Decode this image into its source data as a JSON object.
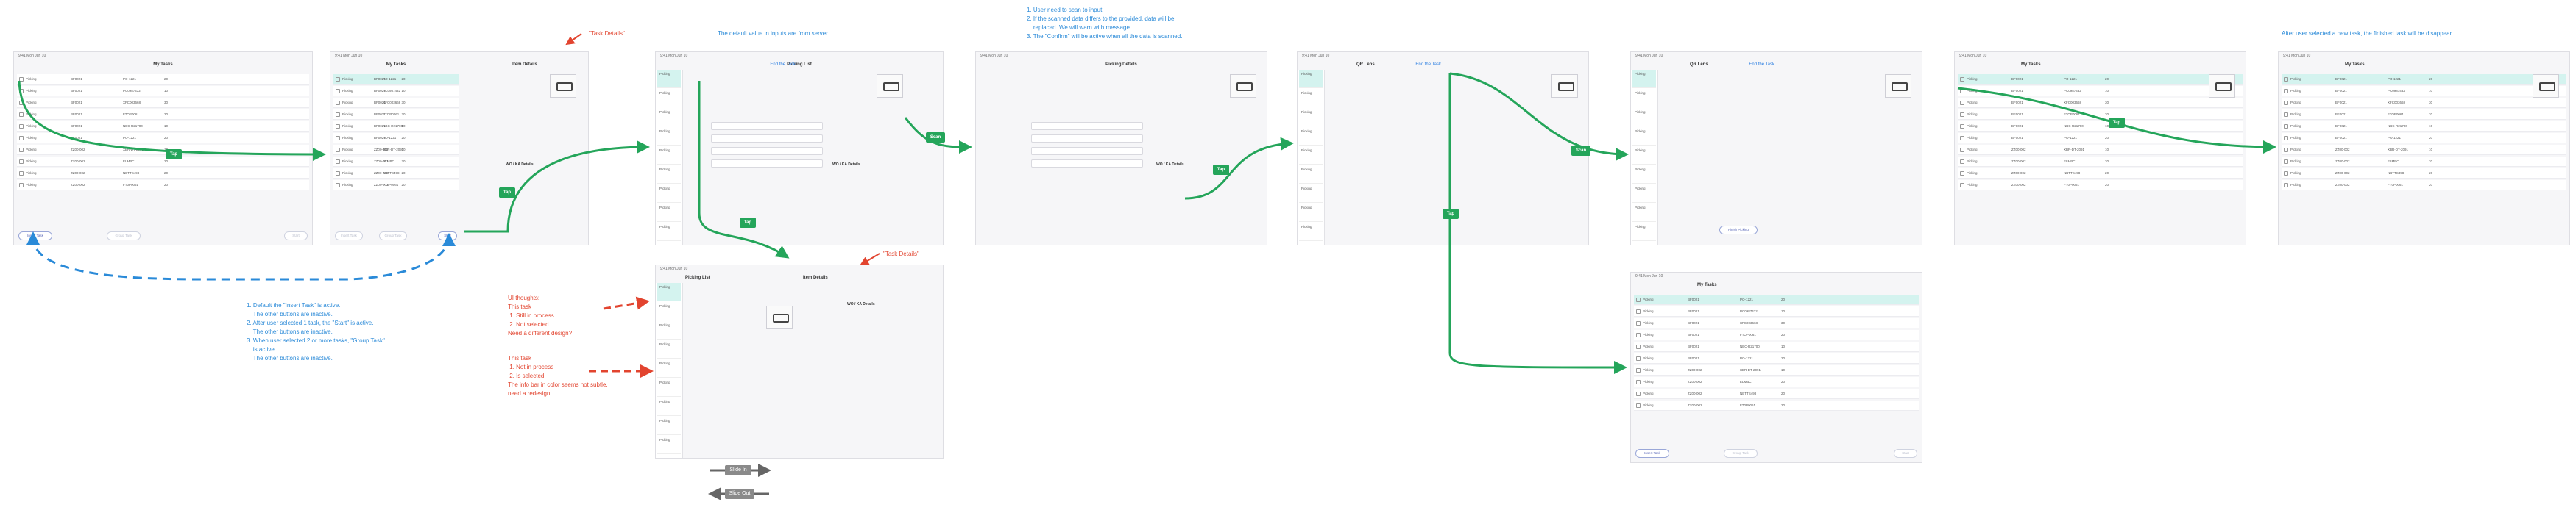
{
  "status_time": "9:41 Mon Jun 10",
  "my_tasks_title": "My Tasks",
  "picking_list_title": "Picking List",
  "picking_details_title": "Picking Details",
  "item_details_title": "Item Details",
  "qr_lens_title": "QR Lens",
  "end_task_label": "End the Task",
  "insert_task_label": "Insert Task",
  "group_task_label": "Group Task",
  "start_label": "Start",
  "finish_picking_label": "Finish Picking",
  "tap_label": "Tap",
  "scan_label": "Scan",
  "zoom_in_label": "Slide In",
  "zoom_out_label": "Slide Out",
  "wo_details": "WO / KA Details",
  "task_rows": [
    {
      "type": "Picking",
      "a": "BF0021",
      "b": "PO-1221",
      "c": "20"
    },
    {
      "type": "Picking",
      "a": "BF0021",
      "b": "PC0987432",
      "c": "10"
    },
    {
      "type": "Picking",
      "a": "BF0021",
      "b": "XFC003668",
      "c": "30"
    },
    {
      "type": "Picking",
      "a": "BF0021",
      "b": "FTOP0061",
      "c": "20"
    },
    {
      "type": "Picking",
      "a": "BF0021",
      "b": "NBC-R21700",
      "c": "10"
    },
    {
      "type": "Picking",
      "a": "BF0021",
      "b": "PO-1221",
      "c": "20"
    },
    {
      "type": "Picking",
      "a": "ZZ00-002",
      "b": "XBR-DT-2091",
      "c": "10"
    },
    {
      "type": "Picking",
      "a": "ZZ00-002",
      "b": "ELMBC",
      "c": "20"
    },
    {
      "type": "Picking",
      "a": "ZZ00-002",
      "b": "NBTTS498",
      "c": "20"
    },
    {
      "type": "Picking",
      "a": "ZZ00-002",
      "b": "FT0P0061",
      "c": "20"
    }
  ],
  "notes": {
    "task_details_1": "\"Task Details\"",
    "default_value": "The default value in inputs are from server.",
    "scan_notes": "1. User need to scan to input.\n2. If the scanned data differs to the provided, data will be\n    replaced. We will warn with message.\n3. The \"Confirm\" will be active when all the data is scanned.",
    "after_selected": "After user selected a new task, the finished task will be disappear.",
    "defaults": "1. Default the \"Insert Task\" is active.\n    The other buttons are inactive.\n2. After user selected 1 task, the \"Start\" is active.\n    The other buttons are inactive.\n3. When user selected 2 or more tasks, \"Group Task\"\n    is active.\n    The other buttons are inactive.",
    "task_details_2": "\"Task Details\"",
    "ui_thoughts": "UI thoughts:\nThis task\n 1. Still in process\n 2. Not selected\nNeed a different design?",
    "this_task": "This task\n 1. Not in process\n 2. Is selected\nThe info bar in color seems not subtle,\nneed a redesign."
  },
  "colors": {
    "flow": "#24a55a",
    "note_blue": "#2a8ad8",
    "note_red": "#e2442f",
    "selected": "#d4f3ef"
  }
}
